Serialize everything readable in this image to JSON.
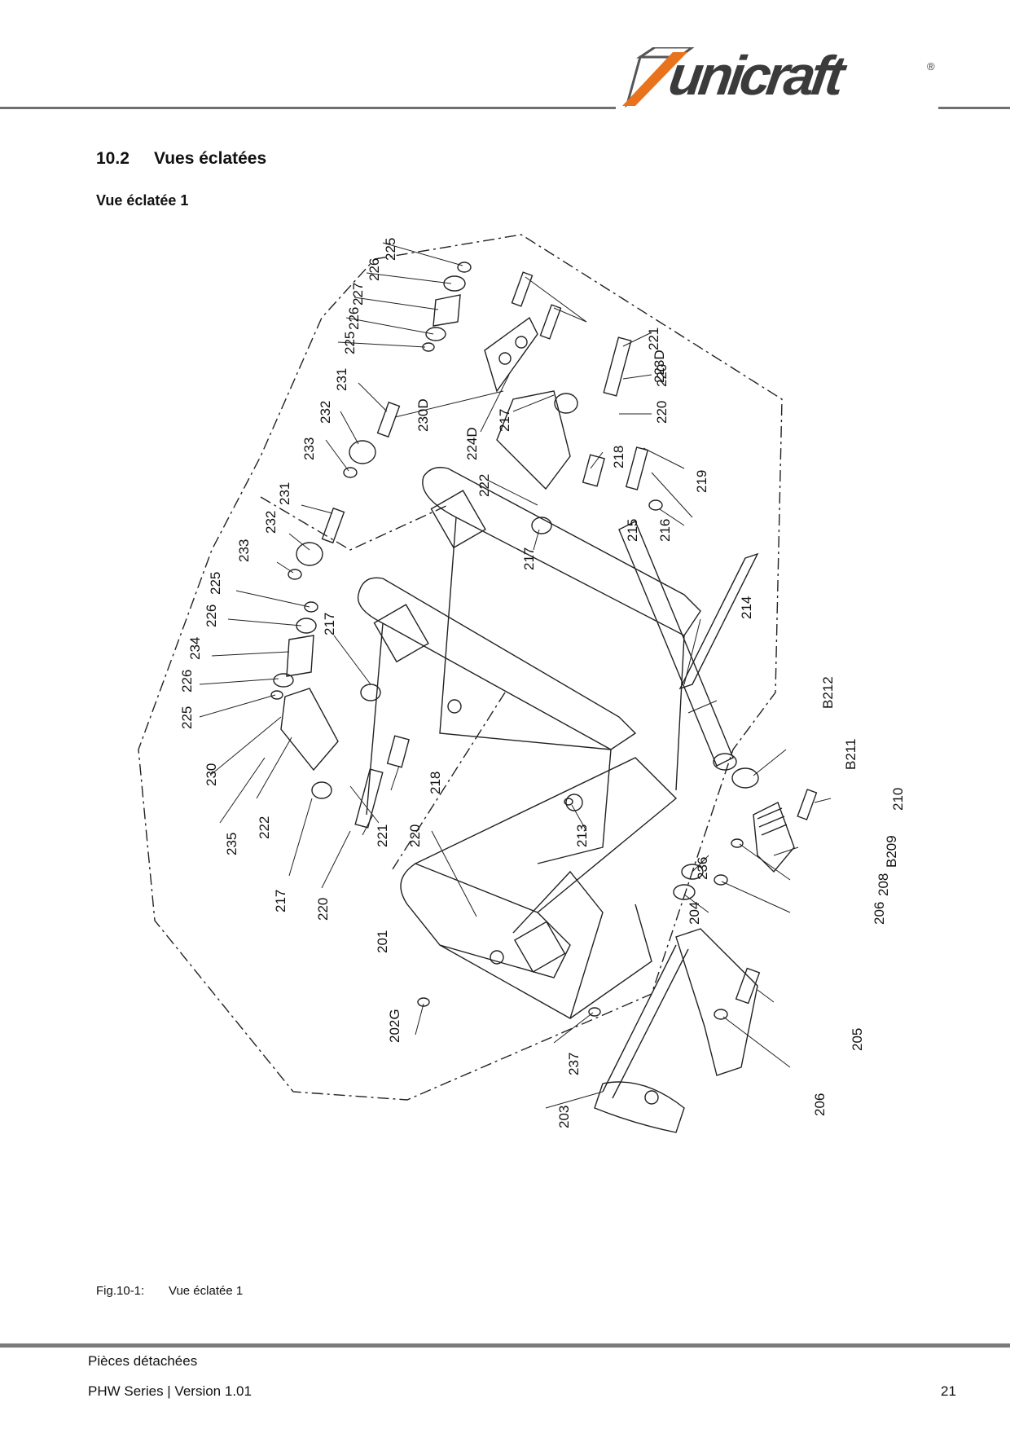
{
  "header": {
    "logo_text": "unicraft",
    "logo_reg": "®",
    "colors": {
      "logo_orange": "#e8731c",
      "logo_grey": "#3b3b3b",
      "rule": "#707070"
    }
  },
  "section": {
    "number": "10.2",
    "title": "Vues éclatées"
  },
  "subsection": {
    "title": "Vue éclatée 1"
  },
  "diagram": {
    "labels": {
      "l225a": "225",
      "l226a": "226",
      "l227": "227",
      "l226b": "226",
      "l225b": "225",
      "l223D": "223D",
      "l221a": "221",
      "l220a": "220",
      "l220b": "220",
      "l231a": "231",
      "l232a": "232",
      "l233a": "233",
      "l230D": "230D",
      "l224D": "224D",
      "l217a": "217",
      "l222a": "222",
      "l218a": "218",
      "l219": "219",
      "l216": "216",
      "l215": "215",
      "l217b": "217",
      "l231b": "231",
      "l232b": "232",
      "l233b": "233",
      "l225c": "225",
      "l226c": "226",
      "l234": "234",
      "l226d": "226",
      "l225d": "225",
      "l217c": "217",
      "l230": "230",
      "l235": "235",
      "l222b": "222",
      "l218b": "218",
      "l217d": "217",
      "l221b": "221",
      "l220c": "220",
      "l220d": "220",
      "l214": "214",
      "lB212": "B212",
      "lB211": "B211",
      "l210": "210",
      "lB209": "B209",
      "l213": "213",
      "l201": "201",
      "l208": "208",
      "l236": "236",
      "l204": "204",
      "l206a": "206",
      "l202G": "202G",
      "l237": "237",
      "l205": "205",
      "l203": "203",
      "l206b": "206"
    }
  },
  "caption": {
    "number": "Fig.10-1:",
    "text": "Vue éclatée 1"
  },
  "footer": {
    "chapter": "Pièces détachées",
    "series": "PHW Series |  Version 1.01",
    "page": "21"
  }
}
